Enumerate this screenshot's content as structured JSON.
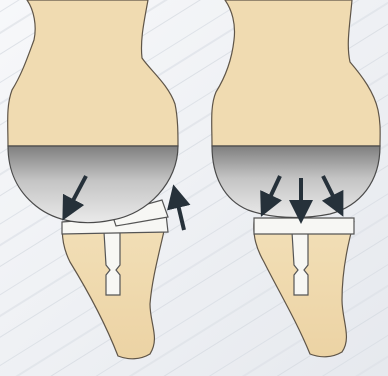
{
  "colors": {
    "background_light": "#f4f5f7",
    "background_mid": "#e4e7eb",
    "bone": "#f0dbb1",
    "bone_outline": "#5f5548",
    "metal_light": "#e3e3e3",
    "metal_dark": "#8f8f8f",
    "spacer": "#f7f7f4",
    "arrow": "#26313a"
  },
  "panels": [
    {
      "name": "left-knee",
      "arrows": [
        {
          "name": "femur-rotation-arrow",
          "direction": "down-left"
        },
        {
          "name": "insert-lift-arrow",
          "direction": "up"
        }
      ]
    },
    {
      "name": "right-knee",
      "arrows": [
        {
          "name": "pressure-arrow-left",
          "direction": "down-left"
        },
        {
          "name": "pressure-arrow-center",
          "direction": "down"
        },
        {
          "name": "pressure-arrow-right",
          "direction": "down-right"
        }
      ]
    }
  ]
}
